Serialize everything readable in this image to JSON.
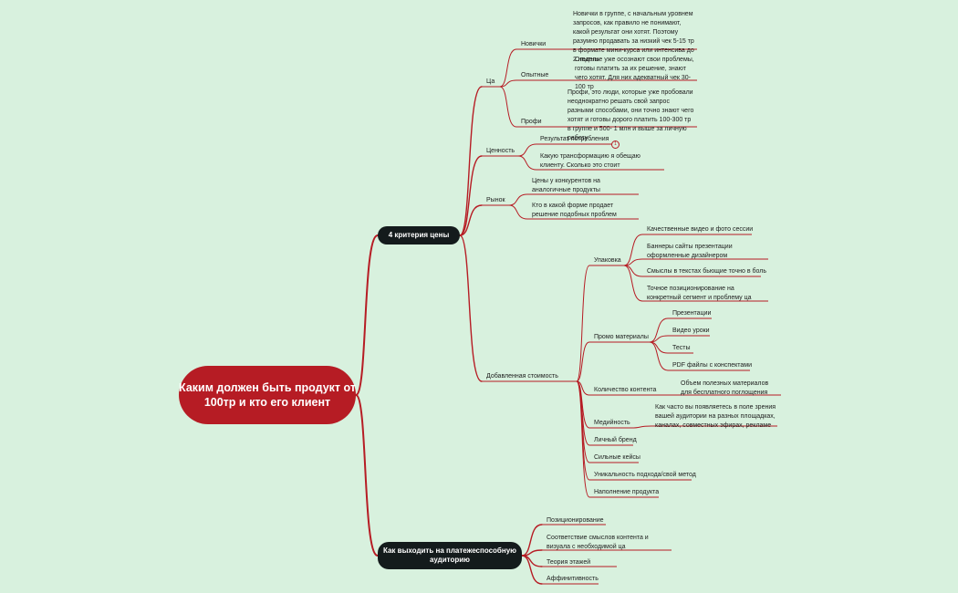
{
  "colors": {
    "background": "#d8f1de",
    "line": "#b61c24",
    "root": "#b61c24",
    "branch": "#141b1c"
  },
  "root": {
    "label": "Каким должен быть продукт от 100тр и кто его клиент"
  },
  "branch1": {
    "label": "4 критерия цены",
    "ca": {
      "label": "Ца",
      "novichki": {
        "label": "Новички",
        "desc": "Новички в группе, с начальным уровнем запросов, как правило не понимают, какой результат они хотят. Поэтому разумно продавать за низкий чек 5-15 тр в формате мини-курса или интенсива до 2 недель"
      },
      "opytnye": {
        "label": "Опытные",
        "desc": "Опытные уже осознают свои проблемы, готовы платить за их решение, знают чего хотят. Для них адекватный чек 30-100 тр"
      },
      "profi": {
        "label": "Профи",
        "desc": "Профи, это люди, которые уже пробовали неоднократно решать свой запрос разными способами, они точно знают чего хотят и готовы дорого платить 100-300 тр в группе и 500- 1 млн и выше за личную работу"
      }
    },
    "cennost": {
      "label": "Ценность",
      "items": [
        "Результат потребления",
        "Какую трансформацию я обещаю клиенту. Сколько это стоит"
      ],
      "badge": "1"
    },
    "rynok": {
      "label": "Рынок",
      "items": [
        "Цены у конкурентов на аналогичные продукты",
        "Кто в какой форме продает решение подобных проблем"
      ]
    },
    "added": {
      "label": "Добавленная стоимость",
      "upakovka": {
        "label": "Упаковка",
        "items": [
          "Качественные видео и фото сессии",
          "Баннеры сайты презентации оформленные дизайнером",
          "Смыслы в текстах бьющие точно в боль",
          "Точное позиционирование на конкретный сегмент и проблему ца"
        ]
      },
      "promo": {
        "label": "Промо материалы",
        "items": [
          "Презентации",
          "Видео уроки",
          "Тесты",
          "PDF файлы с конспектами"
        ]
      },
      "kolvo": {
        "label": "Количество контента",
        "desc": "Объем полезных материалов для бесплатного поглощения"
      },
      "media": {
        "label": "Медийность",
        "desc": "Как часто вы появляетесь в поле зрения вашей аудитории на разных площадках, каналах, совместных эфирах, рекламе"
      },
      "brand": {
        "label": "Личный бренд"
      },
      "cases": {
        "label": "Сильные кейсы"
      },
      "unique": {
        "label": "Уникальность подхода/свой метод"
      },
      "fill": {
        "label": "Наполнение продукта"
      }
    }
  },
  "branch2": {
    "label": "Как выходить на платежеспособную аудиторию",
    "items": [
      "Позиционирование",
      "Соответствие смыслов контента и визуала с необходимой ца",
      "Теория этажей",
      "Аффинитивность"
    ]
  }
}
